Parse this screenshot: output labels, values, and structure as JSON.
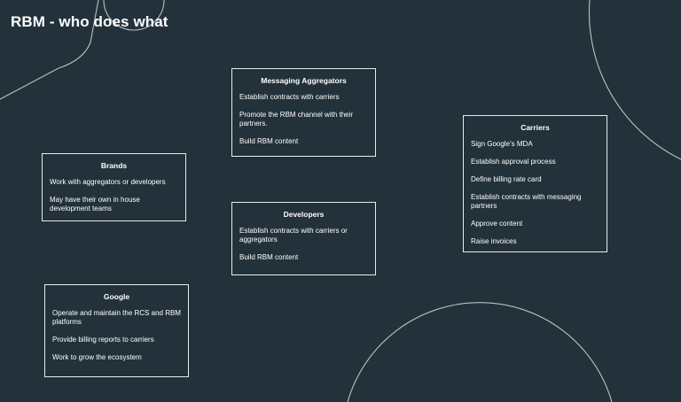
{
  "title": "RBM - who does what",
  "cards": {
    "aggregators": {
      "heading": "Messaging Aggregators",
      "items": [
        "Establish contracts with carriers",
        "Promote the RBM channel with their partners.",
        "Build RBM content"
      ]
    },
    "brands": {
      "heading": "Brands",
      "items": [
        "Work with aggregators or developers",
        "May have their own in house development teams"
      ]
    },
    "developers": {
      "heading": "Developers",
      "items": [
        "Establish contracts with carriers or aggregators",
        "Build RBM content"
      ]
    },
    "carriers": {
      "heading": "Carriers",
      "items": [
        "Sign Google’s MDA",
        "Establish approval process",
        "Define billing rate card",
        "Establish contracts with messaging partners",
        "Approve content",
        "Raise invoices"
      ]
    },
    "google": {
      "heading": "Google",
      "items": [
        "Operate and maintain the RCS and RBM platforms",
        "Provide billing reports to carriers",
        "Work to grow the ecosystem"
      ]
    }
  },
  "colors": {
    "background": "#22313a",
    "box_border": "#e8ecee",
    "decor_line": "#d5dbde"
  }
}
